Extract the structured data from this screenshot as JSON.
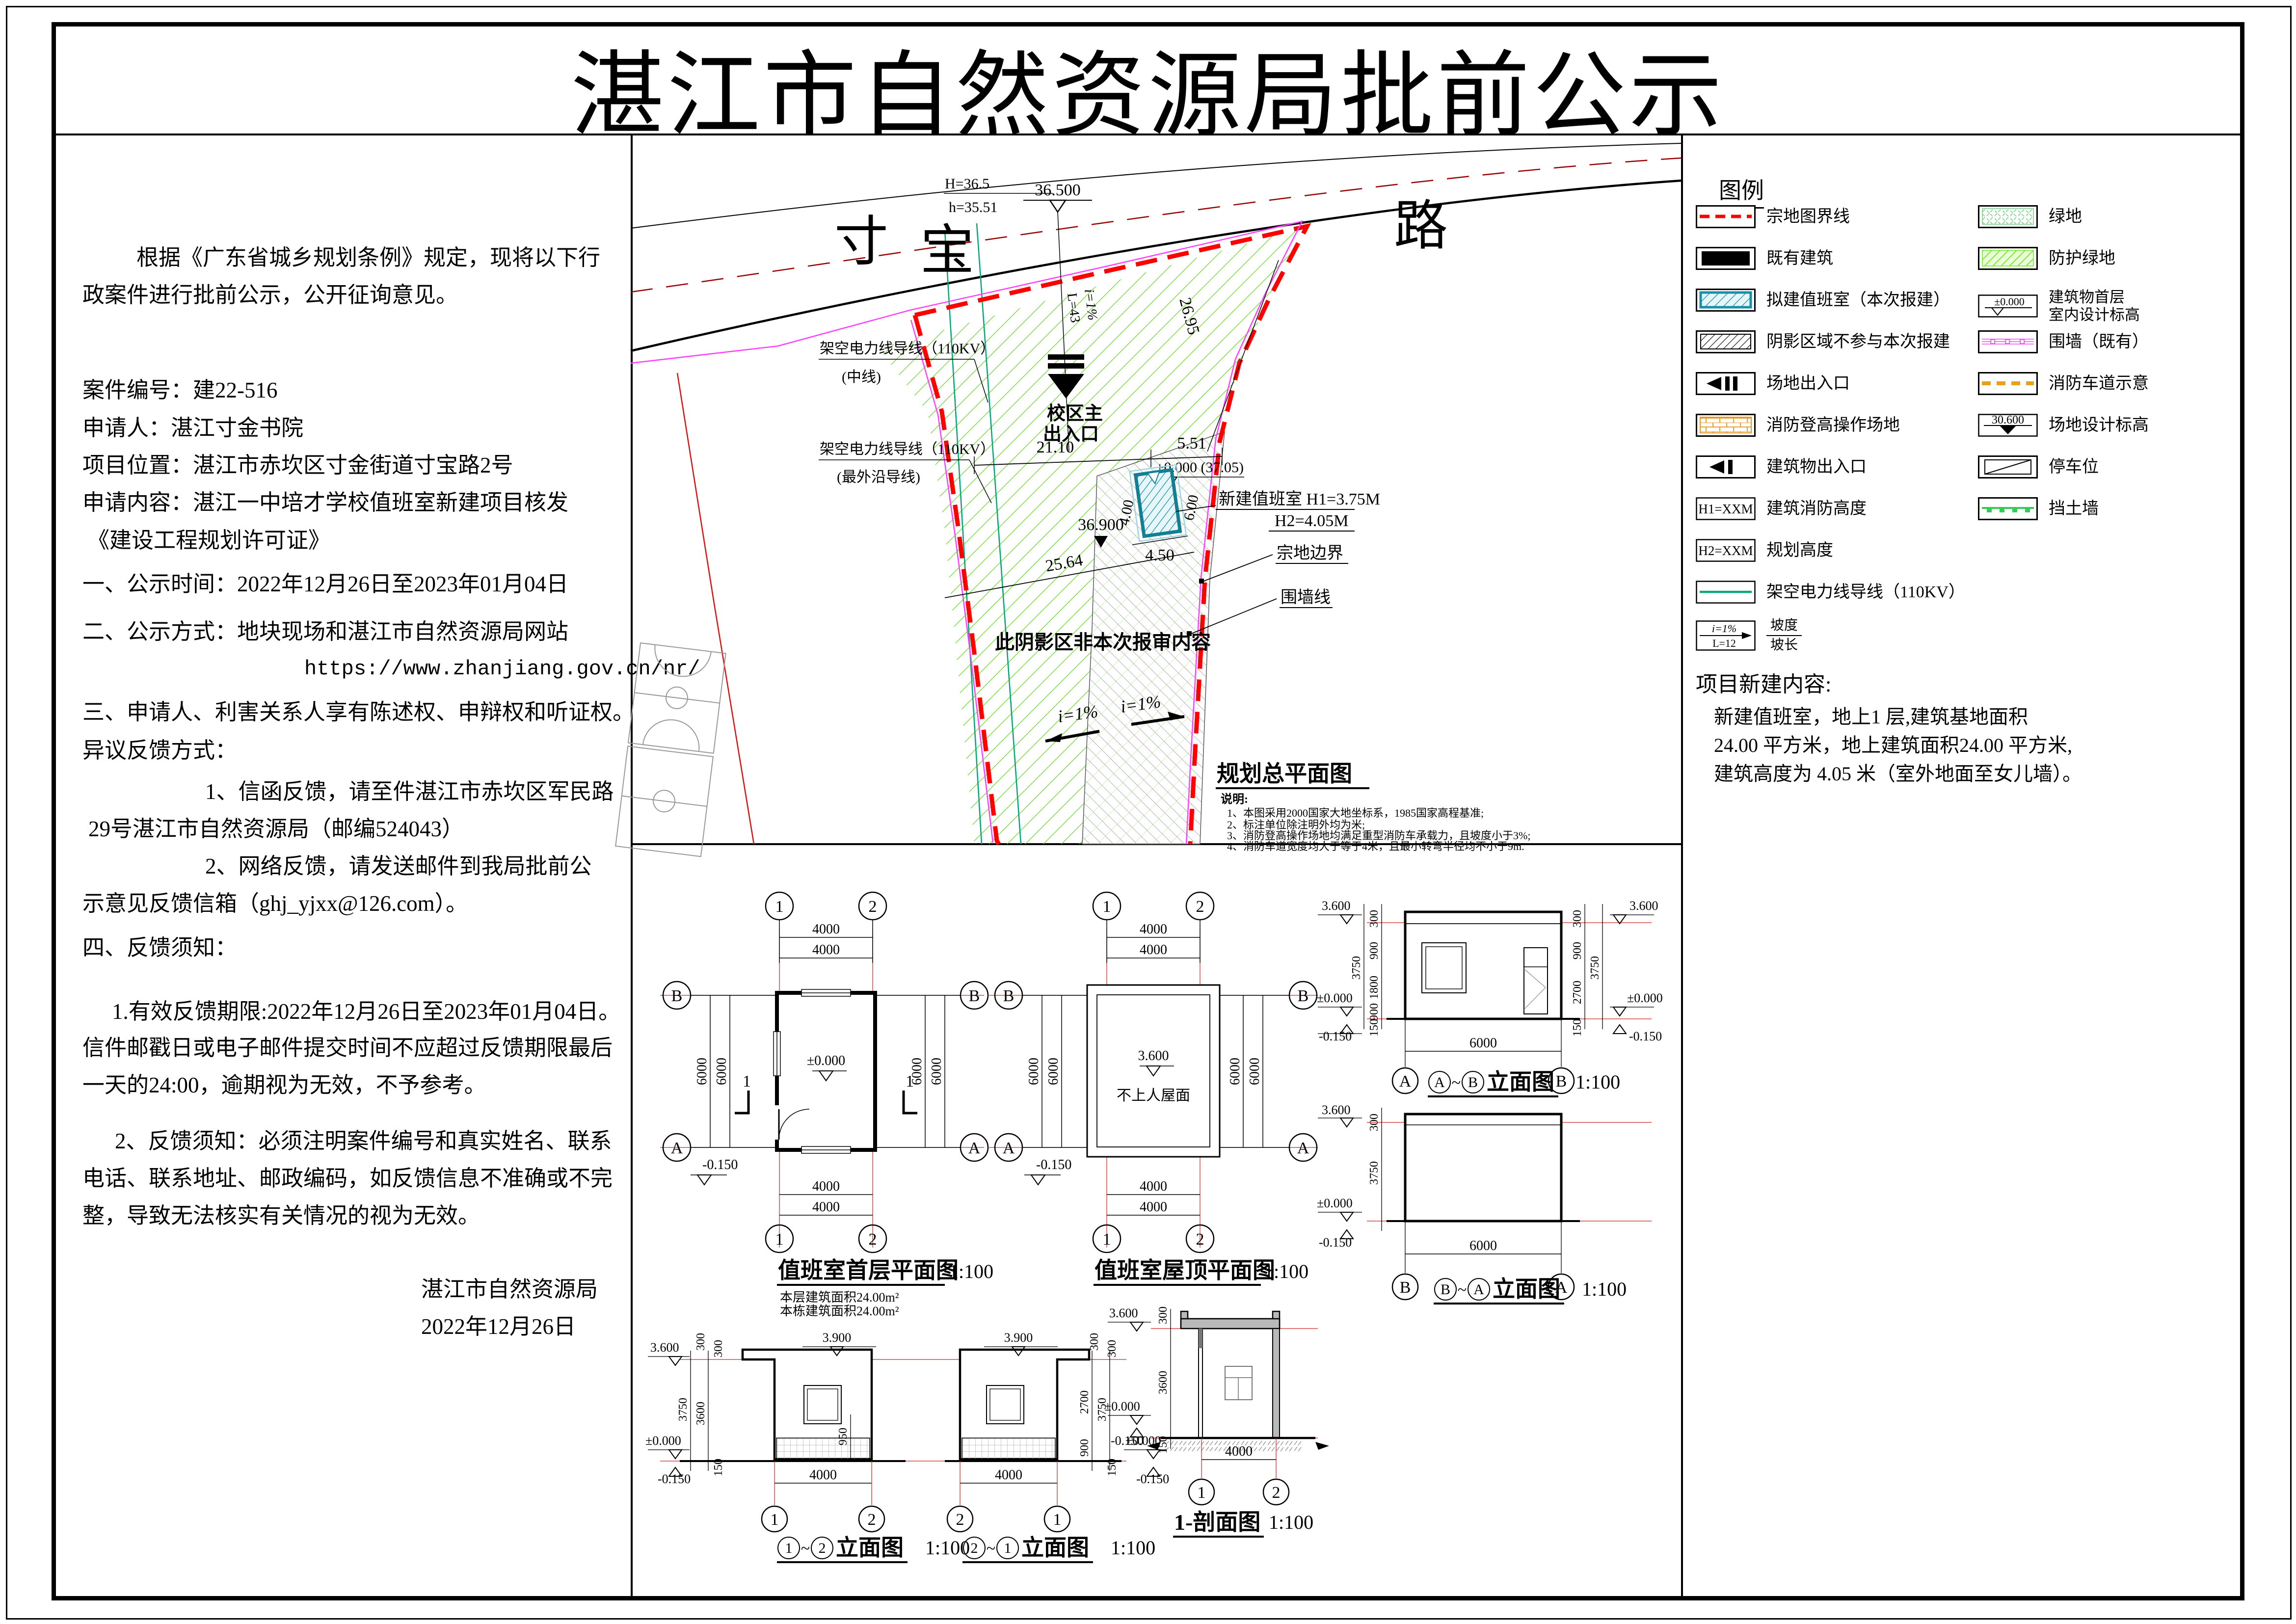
{
  "title": "湛江市自然资源局批前公示",
  "notice": {
    "lines": [
      "根据《广东省城乡规划条例》规定，现将以下行",
      "政案件进行批前公示，公开征询意见。",
      "案件编号：建22-516",
      "申请人：湛江寸金书院",
      "项目位置：湛江市赤坎区寸金街道寸宝路2号",
      "申请内容：湛江一中培才学校值班室新建项目核发",
      "《建设工程规划许可证》",
      "一、公示时间：2022年12月26日至2023年01月04日",
      "二、公示方式：地块现场和湛江市自然资源局网站",
      "https://www.zhanjiang.gov.cn/nr/",
      "三、申请人、利害关系人享有陈述权、申辩权和听证权。",
      "异议反馈方式：",
      "1、信函反馈，请至件湛江市赤坎区军民路",
      "29号湛江市自然资源局（邮编524043）",
      "2、网络反馈，请发送邮件到我局批前公",
      "示意见反馈信箱（ghj_yjxx@126.com）。",
      "四、反馈须知：",
      "1.有效反馈期限:2022年12月26日至2023年01月04日。",
      "信件邮戳日或电子邮件提交时间不应超过反馈期限最后",
      "一天的24:00，逾期视为无效，不予参考。",
      "2、反馈须知：必须注明案件编号和真实姓名、联系",
      "电话、联系地址、邮政编码，如反馈信息不准确或不完",
      "整，导致无法核实有关情况的视为无效。",
      "湛江市自然资源局",
      "2022年12月26日"
    ]
  },
  "legend": {
    "title": "图例",
    "left": [
      {
        "label": "宗地图界线"
      },
      {
        "label": "既有建筑"
      },
      {
        "label": "拟建值班室（本次报建）"
      },
      {
        "label": "阴影区域不参与本次报建"
      },
      {
        "label": "场地出入口"
      },
      {
        "label": "消防登高操作场地"
      },
      {
        "label": "建筑物出入口"
      },
      {
        "label": "建筑消防高度",
        "symbol": "H1=XXM"
      },
      {
        "label": "规划高度",
        "symbol": "H2=XXM"
      },
      {
        "label": "架空电力线导线（110KV）"
      },
      {
        "label1": "坡度",
        "label2": "坡长",
        "i": "i=1%",
        "l": "L=12"
      }
    ],
    "right": [
      {
        "label": "绿地"
      },
      {
        "label": "防护绿地"
      },
      {
        "label": "建筑物首层",
        "label2": "室内设计标高",
        "symbol": "±0.000"
      },
      {
        "label": "围墙（既有）"
      },
      {
        "label": "消防车道示意"
      },
      {
        "label": "场地设计标高",
        "symbol": "30.600"
      },
      {
        "label": "停车位"
      },
      {
        "label": "挡土墙"
      }
    ]
  },
  "project": {
    "title": "项目新建内容:",
    "lines": [
      "新建值班室，地上1 层,建筑基地面积",
      "24.00  平方米，地上建筑面积24.00 平方米,",
      "建筑高度为 4.05 米（室外地面至女儿墙）。"
    ]
  },
  "site_plan": {
    "road_chars": [
      "寸",
      "宝",
      "路"
    ],
    "levels": {
      "road": "36.500",
      "H": "H=36.5",
      "h": "h=35.51",
      "site": "36.900",
      "bldg": "±0.000 (37.05)"
    },
    "dims": {
      "d1": "21.10",
      "d2": "5.51",
      "d3": "26.95",
      "d4": "25.64",
      "w": "4.00",
      "h": "6.00",
      "s": "4.50",
      "L": "L=43"
    },
    "labels": {
      "power_mid": "架空电力线导线（110KV）",
      "power_mid2": "(中线)",
      "power_out": "架空电力线导线（110KV）",
      "power_out2": "(最外沿导线)",
      "entrance1": "校区主",
      "entrance2": "出入口",
      "shaded": "此阴影区非本次报审内容",
      "parcel": "宗地边界",
      "fence": "围墙线",
      "newbldg1": "新建值班室 H1=3.75M",
      "newbldg2": "H2=4.05M",
      "slope": "i=1%"
    },
    "title": "规划总平面图",
    "notes_title": "说明:",
    "notes": [
      "1、本图采用2000国家大地坐标系，1985国家高程基准;",
      "2、标注单位除注明外均为米;",
      "3、消防登高操作场地均满足重型消防车承载力，且坡度小于3%;",
      "4、消防车道宽度均大于等于4米，且最小转弯半径均不小于9m."
    ]
  },
  "drawings": {
    "axis": {
      "a1": "1",
      "a2": "2",
      "aA": "A",
      "aB": "B"
    },
    "tilde": "~",
    "scale": "1:100",
    "dims": {
      "d4000": "4000",
      "d6000": "6000",
      "d300": "300",
      "d900": "900",
      "d1800": "1800",
      "d2700": "2700",
      "d3750": "3750",
      "d3600": "3600",
      "d150": "150",
      "d950": "950"
    },
    "levels": {
      "l36": "3.600",
      "l39": "3.900",
      "l0": "±0.000",
      "lm": "-0.150"
    },
    "plan1": {
      "title": "值班室首层平面图",
      "area1": "本层建筑面积24.00m²",
      "area2": "本栋建筑面积24.00m²"
    },
    "plan2": {
      "title": "值班室屋顶平面图",
      "roof": "不上人屋面"
    },
    "elev_ab": {
      "title": "立面图"
    },
    "elev_ba": {
      "title": "立面图"
    },
    "elev_12": {
      "title": "立面图"
    },
    "elev_21": {
      "title": "立面图"
    },
    "section": {
      "title": "1-剖面图"
    }
  }
}
